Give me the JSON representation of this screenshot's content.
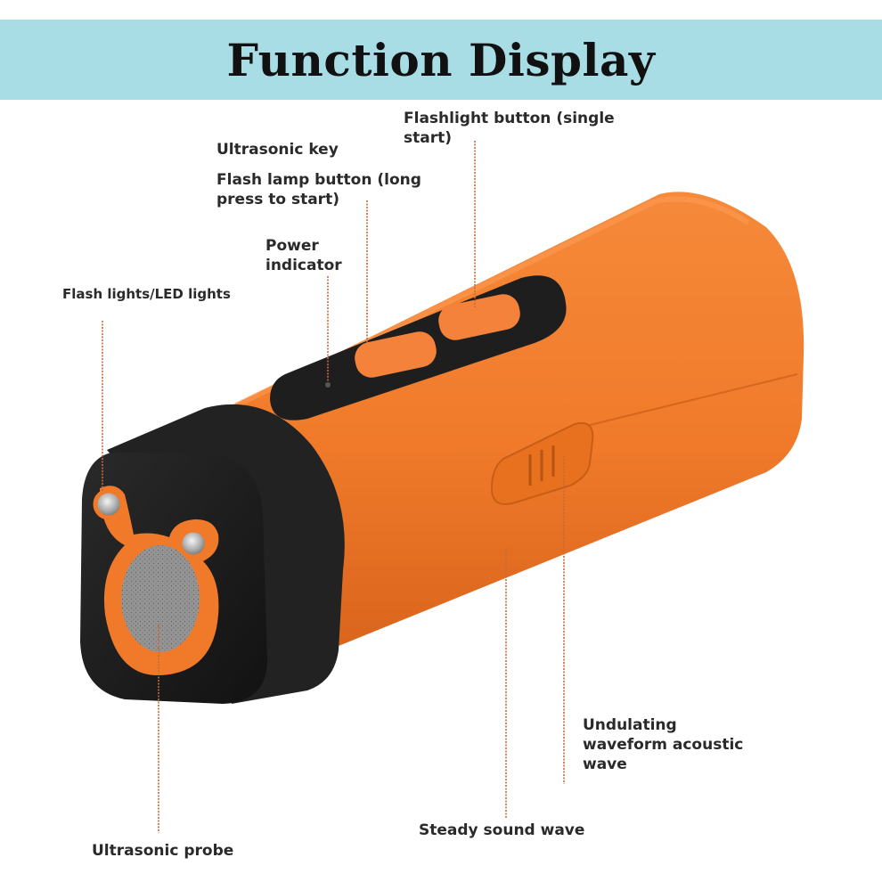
{
  "header": {
    "title": "Function Display"
  },
  "callouts": {
    "ultrasonic_key": "Ultrasonic key",
    "flash_lamp_button": "Flash lamp button (long press to start)",
    "flashlight_button": "Flashlight button (single start)",
    "power_indicator": "Power indicator",
    "flash_lights": "Flash lights/LED lights",
    "undulating_wave": "Undulating waveform acoustic wave",
    "steady_wave": "Steady sound wave",
    "ultrasonic_probe": "Ultrasonic probe"
  },
  "colors": {
    "banner": "#a9dde6",
    "body_orange": "#f07a2a",
    "black_cap": "#1c1c1c",
    "leader_line": "#c56a3a"
  }
}
